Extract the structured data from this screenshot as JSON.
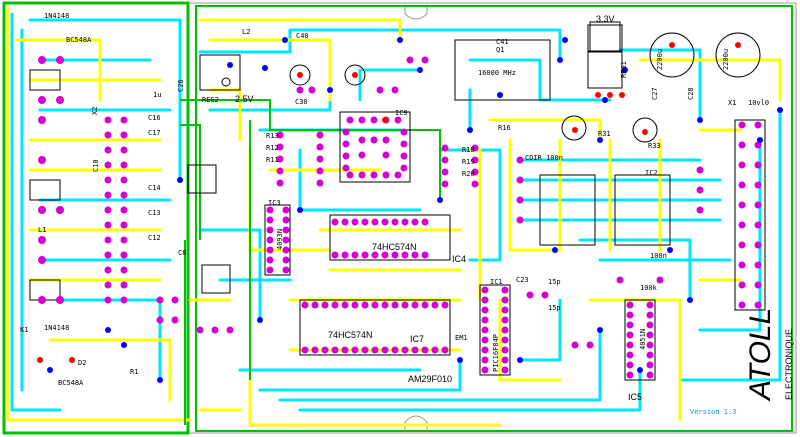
{
  "board": {
    "brand": "ATOLL",
    "brand_sub": "ELECTRONIQUE",
    "version": "Version 1.3",
    "colors": {
      "top_copper": "#ffff00",
      "bottom_copper": "#00e5ff",
      "outline": "#00c000",
      "pad": "#d400d4",
      "via": "#0000ff",
      "pad_red": "#ff0000",
      "silkscreen": "#000000"
    }
  },
  "labels": {
    "ic_74hc574_a": "74HC574N",
    "ic_74hc574_b": "74HC574N",
    "ic_am29f010": "AM29F010",
    "ic_pic": "PIC16F84P",
    "ic_ic4": "IC4",
    "ic_ic7": "IC7",
    "ic_ic5": "IC5",
    "ic_ic9": "IC9",
    "ic_ic3": "IC3",
    "ic_ic1": "IC1",
    "ic_ic2": "IC2",
    "ic_4093": "4093N",
    "ic_4051": "4051N",
    "reg_33": "3.3V",
    "reg_25": "2.5V",
    "reg_name": "REG1",
    "reg2_name": "REG2",
    "xtal": "16000 MHz",
    "q1": "Q1",
    "cap_2200_a": "2200u",
    "cap_2200_b": "2200u",
    "x1": "X1",
    "xvl": "10vl0",
    "x2": "X2",
    "c28": "C28",
    "c27": "C27",
    "c26": "C26",
    "d1": "1N4148",
    "d3": "1N4148",
    "d2": "D2",
    "bc1": "BC548A",
    "bc2": "BC548A",
    "l2": "L2",
    "l1": "L1",
    "k1": "K1",
    "c40": "C40",
    "c41": "C41",
    "r1": "R1",
    "r18": "R18",
    "r19": "R19",
    "r20": "R20",
    "r16": "R16",
    "c30": "C30",
    "c16": "C16",
    "c17": "C17",
    "c14": "C14",
    "c13": "C13",
    "c12": "C12",
    "c10": "C10",
    "c8": "C8",
    "r13": "R13",
    "r12": "R12",
    "r11": "R11",
    "cdir": "CDIR 100n",
    "r31": "R31",
    "r33": "R33",
    "c15": "15p",
    "c18": "15p",
    "k100": "100k",
    "n100": "100n",
    "u1": "1u",
    "c23": "C23",
    "em": "EM1"
  }
}
